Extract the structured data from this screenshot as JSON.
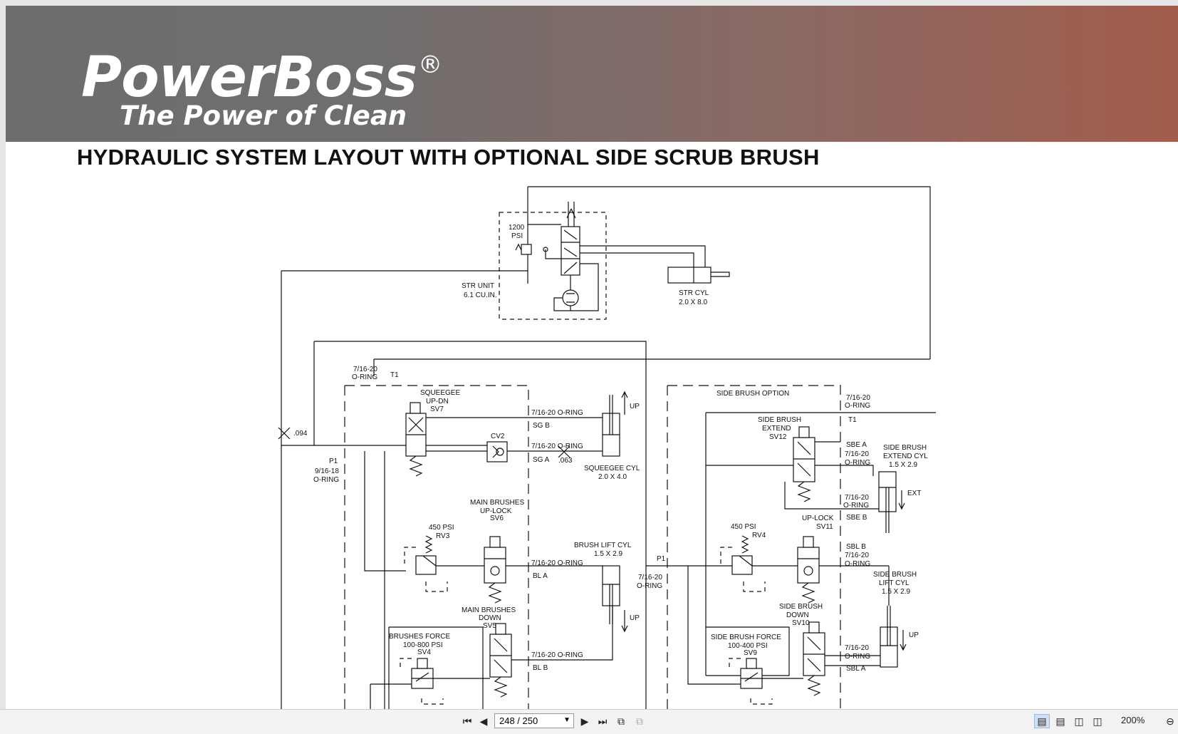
{
  "document": {
    "brand": "PowerBoss",
    "brand_mark": "®",
    "tagline": "The Power of Clean",
    "title": "HYDRAULIC SYSTEM LAYOUT WITH OPTIONAL SIDE SCRUB BRUSH"
  },
  "schematic_labels": {
    "psi_1200": "1200",
    "psi_unit": "PSI",
    "str_unit": "STR UNIT",
    "str_unit_vol": "6.1 CU.IN.",
    "str_cyl": "STR CYL",
    "str_cyl_size": "2.0 X 8.0",
    "oring_size_a": "7/16-20",
    "oring_a": "O-RING",
    "t1_left": "T1",
    "squeegee": "SQUEEGEE",
    "up_dn": "UP-DN",
    "sv7": "SV7",
    "oring_sgb": "7/16-20 O-RING",
    "sg_b": "SG B",
    "cv2": "CV2",
    "oring_sga": "7/16-20 O-RING",
    "sg_a": "SG A",
    "orifice_063": ".063",
    "up_squeegee": "UP",
    "squeegee_cyl": "SQUEEGEE CYL",
    "squeegee_cyl_size": "2.0 X 4.0",
    "orifice_094": ".094",
    "p1_left": "P1",
    "p1_size": "9/16-18",
    "p1_oring": "O-RING",
    "main_brushes": "MAIN BRUSHES",
    "up_lock": "UP-LOCK",
    "sv6": "SV6",
    "psi_450_left": "450 PSI",
    "rv3": "RV3",
    "brush_lift_cyl": "BRUSH  LIFT CYL",
    "brush_lift_size": "1.5 X 2.9",
    "oring_bla": "7/16-20 O-RING",
    "bl_a": "BL A",
    "up_brush": "UP",
    "main_brushes_2": "MAIN BRUSHES",
    "down": "DOWN",
    "sv5": "SV5",
    "brushes_force": "BRUSHES FORCE",
    "brushes_force_psi": "100-800 PSI",
    "sv4": "SV4",
    "oring_blb": "7/16-20 O-RING",
    "bl_b": "BL B",
    "side_brush_option": "SIDE BRUSH OPTION",
    "oring_size_t1r": "7/16-20",
    "oring_t1r": "O-RING",
    "t1_right": "T1",
    "side_brush": "SIDE BRUSH",
    "extend": "EXTEND",
    "sv12": "SV12",
    "sbe_a": "SBE A",
    "sbe_a_size": "7/16-20",
    "sbe_a_oring": "O-RING",
    "side_brush_ext": "SIDE BRUSH",
    "extend_cyl": "EXTEND CYL",
    "extend_cyl_size": "1.5 X 2.9",
    "ext": "EXT",
    "sbe_b_size": "7/16-20",
    "sbe_b_oring": "O-RING",
    "sbe_b": "SBE B",
    "up_lock_r": "UP-LOCK",
    "sv11": "SV11",
    "psi_450_right": "450 PSI",
    "rv4": "RV4",
    "p1_right": "P1",
    "p1r_size": "7/16-20",
    "p1r_oring": "O-RING",
    "sbl_b": "SBL B",
    "sbl_b_size": "7/16-20",
    "sbl_b_oring": "O-RING",
    "side_brush_lift": "SIDE BRUSH",
    "lift_cyl": "LIFT CYL",
    "lift_cyl_size": "1.5 X 2.9",
    "side_brush_down": "SIDE BRUSH",
    "down_r": "DOWN",
    "sv10": "SV10",
    "side_brush_force": "SIDE BRUSH FORCE",
    "side_brush_force_psi": "100-400 PSI",
    "sv9": "SV9",
    "up_side": "UP",
    "sbl_a_size": "7/16-20",
    "sbl_a_oring": "O-RING",
    "sbl_a": "SBL A"
  },
  "toolbar": {
    "page_indicator": "248 / 250",
    "zoom": "200%",
    "first_icon": "first-page-icon",
    "prev_icon": "previous-page-icon",
    "next_icon": "next-page-icon",
    "last_icon": "last-page-icon"
  }
}
